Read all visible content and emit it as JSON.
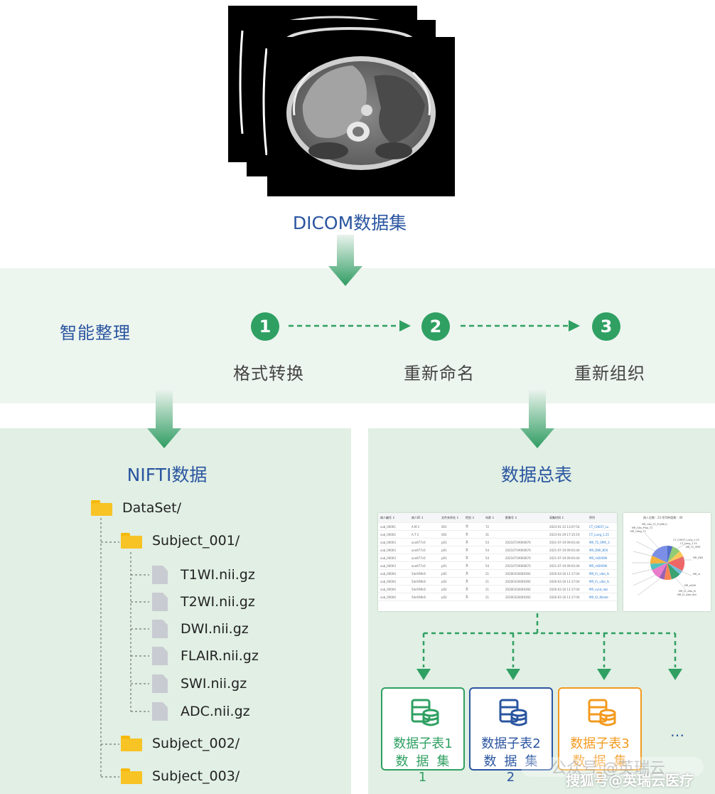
{
  "dicom": {
    "title": "DICOM数据集"
  },
  "process": {
    "label": "智能整理",
    "steps": [
      {
        "num": "1",
        "label": "格式转换"
      },
      {
        "num": "2",
        "label": "重新命名"
      },
      {
        "num": "3",
        "label": "重新组织"
      }
    ]
  },
  "nifti": {
    "title": "NIFTI数据",
    "root": "DataSet/",
    "subject1": "Subject_001/",
    "files": [
      "T1WI.nii.gz",
      "T2WI.nii.gz",
      "DWI.nii.gz",
      "FLAIR.nii.gz",
      "SWI.nii.gz",
      "ADC.nii.gz"
    ],
    "subject2": "Subject_002/",
    "subject3": "Subject_003/"
  },
  "summary": {
    "title": "数据总表",
    "mini_headers": [
      "病人编号 ↕",
      "病人ID ↕",
      "文件夹命名 ↕",
      "性别 ↕",
      "年龄 ↕",
      "影像号 ↕",
      "采集时间 ↕",
      "序列"
    ],
    "mini_rows": [
      [
        "sub_00001",
        "A.M 2",
        "001",
        "男",
        "72",
        "",
        "2023-01-12 13:07:54",
        "CT_CHEST_Lu"
      ],
      [
        "sub_00002",
        "A.T 2",
        "002",
        "女",
        "31",
        "",
        "2023-01-29 17:15:19",
        "CT_Lung_1.25"
      ],
      [
        "sub_00003",
        "ace677c0",
        "p01",
        "女",
        "54",
        "20210719000670",
        "2021-07-19 09:03:44",
        "MR_T2_SPIR_3"
      ],
      [
        "sub_00003",
        "ace677c0",
        "p01",
        "女",
        "54",
        "20210719000670",
        "2021-07-19 09:03:44",
        "MR_DWI_B50"
      ],
      [
        "sub_00003",
        "ace677c0",
        "p01",
        "女",
        "54",
        "20210719000670",
        "2021-07-19 09:03:44",
        "MR_mDIXON"
      ],
      [
        "sub_00003",
        "ace677c0",
        "p01",
        "女",
        "54",
        "20210719000670",
        "2021-07-19 09:03:44",
        "MR_mDIXON"
      ],
      [
        "sub_00004",
        "5de599c6",
        "p02",
        "女",
        "21",
        "20200316000392",
        "2020-03-16 11:17:04",
        "MR_t1_vibe_fs"
      ],
      [
        "sub_00004",
        "5de599c6",
        "p02",
        "女",
        "21",
        "20200316000392",
        "2020-03-16 11:17:04",
        "MR_t1_vibe_fs"
      ],
      [
        "sub_00004",
        "5de599c6",
        "p02",
        "女",
        "21",
        "20200316000392",
        "2020-03-16 11:17:04",
        "MR_sysd_dwi"
      ],
      [
        "sub_00004",
        "5de599c6",
        "p02",
        "女",
        "21",
        "20200316000392",
        "2020-03-16 11:17:04",
        "MR_t2_fblade"
      ]
    ],
    "mini_chart_header": "病人总数：23    序列种类数：40",
    "mini_chart_labels": [
      "MR_OAx_T2_FLAIR(1)",
      "MR_OAx_Prop_T2",
      "MR_OAsg_T2",
      "CT_CHEST_Lung_1.25",
      "CT_Lung_1.25",
      "MR_T2_SPIR",
      "MR_DWI",
      "MR_m",
      "MR_mDIX",
      "MR_t1_vibe_fs",
      "MR_t1_vibe_dixi"
    ],
    "sub_tables": [
      {
        "line1": "数据子表1",
        "line2": "数据集1",
        "color": "#2fa062"
      },
      {
        "line1": "数据子表2",
        "line2": "数据集2",
        "color": "#2a55a0"
      },
      {
        "line1": "数据子表3",
        "line2": "数据集3",
        "color": "#f39a1f"
      }
    ],
    "ellipsis": "…"
  },
  "watermark": {
    "line1": "公众号·@英瑞云",
    "line2": "搜狐号@英瑞云医疗"
  },
  "colors": {
    "green": "#2fa062",
    "blue": "#2a55a0",
    "orange": "#f39a1f",
    "folder": "#f7c325"
  }
}
